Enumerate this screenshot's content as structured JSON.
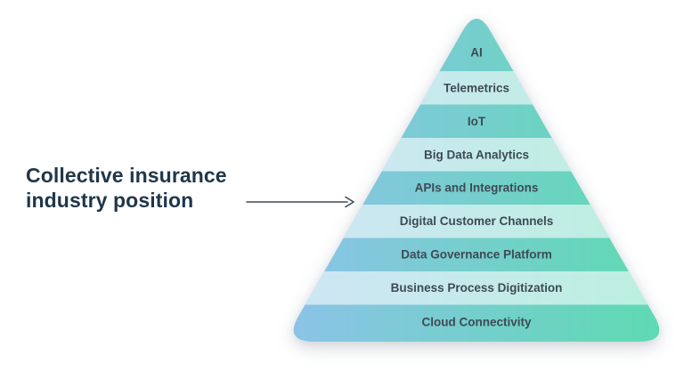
{
  "annotation": {
    "full_text": "Collective insurance industry position",
    "lines": [
      "Collective insurance",
      "industry position"
    ]
  },
  "pyramid": {
    "layers": [
      {
        "label": "AI",
        "shade": "dark"
      },
      {
        "label": "Telemetrics",
        "shade": "light"
      },
      {
        "label": "IoT",
        "shade": "dark"
      },
      {
        "label": "Big Data Analytics",
        "shade": "light"
      },
      {
        "label": "APIs and Integrations",
        "shade": "dark"
      },
      {
        "label": "Digital Customer Channels",
        "shade": "light"
      },
      {
        "label": "Data Governance Platform",
        "shade": "dark"
      },
      {
        "label": "Business Process Digitization",
        "shade": "light"
      },
      {
        "label": "Cloud Connectivity",
        "shade": "dark"
      }
    ],
    "arrow_points_to_layer": "APIs and Integrations"
  },
  "colors": {
    "gradient_left": "#8bc3e7",
    "gradient_right": "#5edab1",
    "light_band_overlay": "#ffffff",
    "label_text": "#3e4a54",
    "heading_text": "#20374a",
    "arrow": "#3f4b57",
    "background": "#ffffff"
  },
  "chart_data": {
    "type": "pyramid",
    "title": "",
    "categories": [
      "AI",
      "Telemetrics",
      "IoT",
      "Big Data Analytics",
      "APIs and Integrations",
      "Digital Customer Channels",
      "Data Governance Platform",
      "Business Process Digitization",
      "Cloud Connectivity"
    ],
    "annotation": {
      "text": "Collective insurance industry position",
      "target": "APIs and Integrations"
    }
  }
}
